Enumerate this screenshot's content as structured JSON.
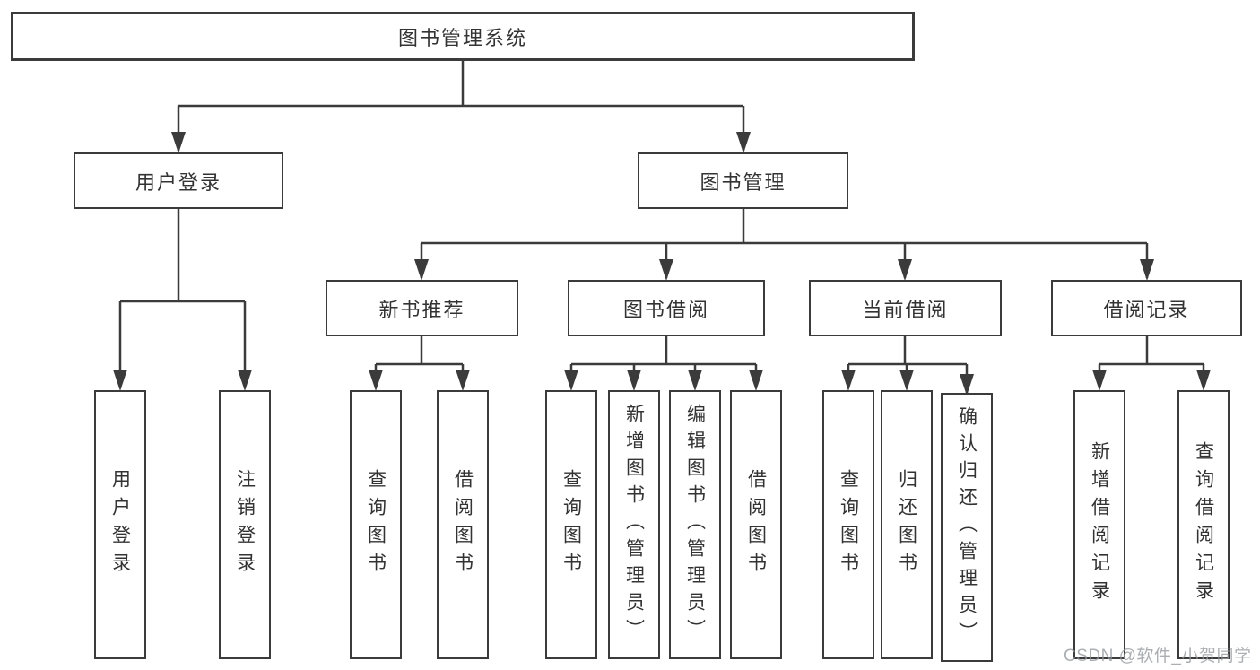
{
  "diagram": {
    "title": "图书管理系统",
    "nodes": {
      "root": "图书管理系统",
      "userLogin": "用户登录",
      "bookMgmt": "图书管理",
      "newBookRec": "新书推荐",
      "bookBorrow": "图书借阅",
      "currentBorrow": "当前借阅",
      "borrowRecords": "借阅记录",
      "leaves": {
        "userLoginLeaf": "用户登录",
        "logout": "注销登录",
        "nbrQuery": "查询图书",
        "nbrBorrow": "借阅图书",
        "bbQuery": "查询图书",
        "bbAdd": "新增图书（管理员）",
        "bbEdit": "编辑图书（管理员）",
        "bbBorrow": "借阅图书",
        "cbQuery": "查询图书",
        "cbReturn": "归还图书",
        "cbConfirm": "确认归还（管理员）",
        "brAdd": "新增借阅记录",
        "brQuery": "查询借阅记录"
      }
    },
    "line_color": "#3b3b3b",
    "text_color": "#333333",
    "background_color": "#ffffff"
  },
  "watermark": {
    "text": "CSDN @软件_小贺同学"
  }
}
